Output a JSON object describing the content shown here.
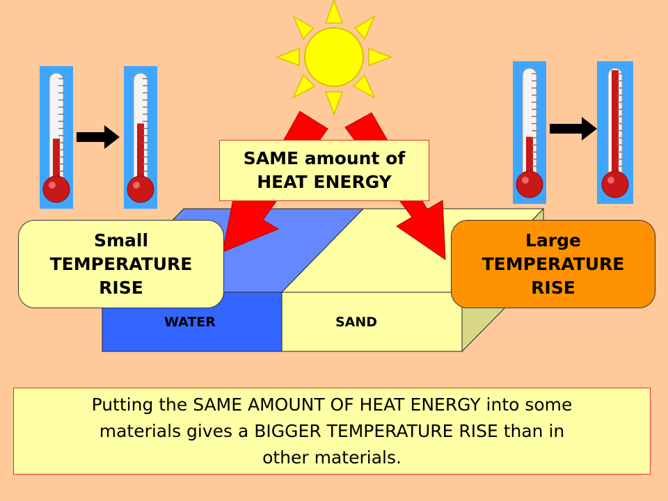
{
  "labels": {
    "heat_line1": "SAME amount of",
    "heat_line2": "HEAT ENERGY",
    "small_line1": "Small",
    "small_line2": "TEMPERATURE",
    "small_line3": "RISE",
    "large_line1": "Large",
    "large_line2": "TEMPERATURE",
    "large_line3": "RISE",
    "water": "WATER",
    "sand": "SAND"
  },
  "caption": {
    "line1": "Putting the SAME AMOUNT OF HEAT ENERGY into some",
    "line2": "materials gives a BIGGER TEMPERATURE RISE than in",
    "line3": "other materials."
  },
  "thermometers": [
    {
      "name": "water-before",
      "level": 0.35
    },
    {
      "name": "water-after",
      "level": 0.5
    },
    {
      "name": "sand-before",
      "level": 0.32
    },
    {
      "name": "sand-after",
      "level": 0.98
    }
  ],
  "colors": {
    "background": "#ffc99a",
    "label_fill": "#ffffa6",
    "label_border": "#e83020",
    "water_front": "#3366ff",
    "water_top": "#6688ff",
    "sand_front": "#ffffa6",
    "sand_side": "#d8d888",
    "large_rise": "#ff9200",
    "arrow": "#ff0000",
    "sun": "#ffff00",
    "mercury": "#c81818"
  },
  "icons": [
    "sun-icon",
    "thermometer-icon",
    "arrow-right-icon",
    "heat-arrow-icon"
  ]
}
